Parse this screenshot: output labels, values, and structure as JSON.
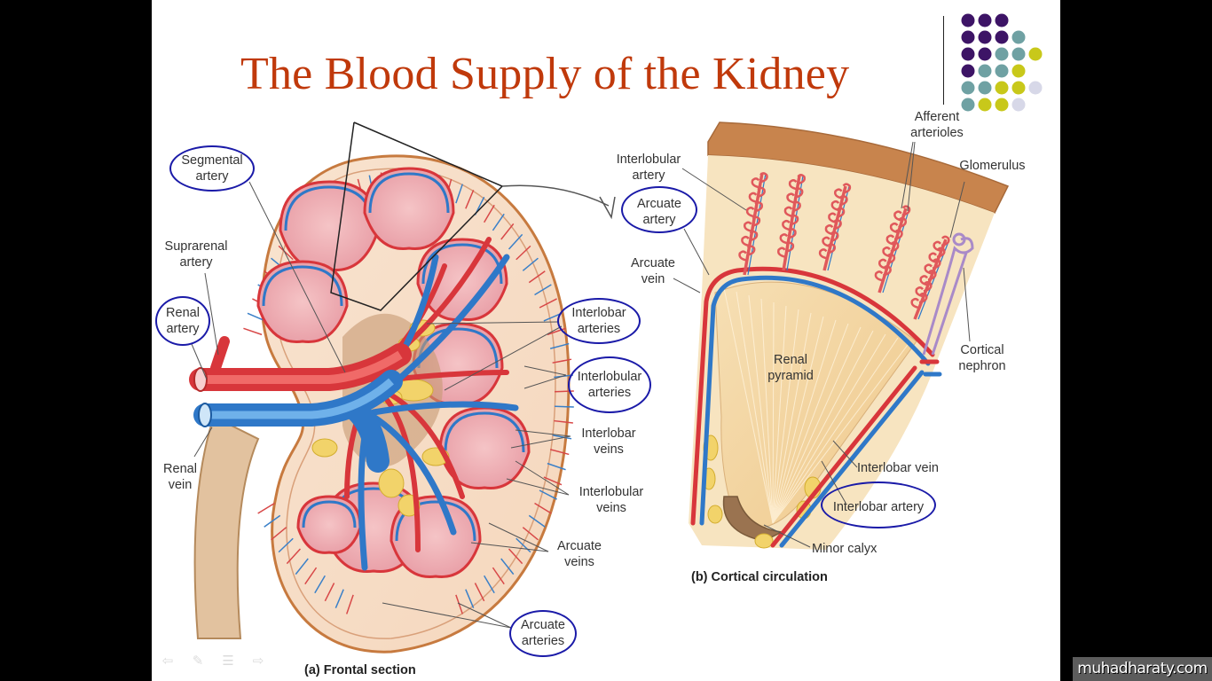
{
  "slide": {
    "title": "The Blood Supply of the Kidney",
    "title_color": "#c0390b",
    "decor_dot_colors": {
      "purple": "#3d1466",
      "teal": "#6fa1a3",
      "yellow": "#c8c81a",
      "lavender": "#d7d8e8"
    }
  },
  "figure_a": {
    "caption": "(a) Frontal section",
    "labels": {
      "segmental_artery": [
        "Segmental",
        "artery"
      ],
      "suprarenal_artery": [
        "Suprarenal",
        "artery"
      ],
      "renal_artery": [
        "Renal",
        "artery"
      ],
      "renal_vein": [
        "Renal",
        "vein"
      ],
      "interlobar_arteries": [
        "Interlobar",
        "arteries"
      ],
      "interlobular_arteries": [
        "Interlobular",
        "arteries"
      ],
      "interlobar_veins": [
        "Interlobar",
        "veins"
      ],
      "interlobular_veins": [
        "Interlobular",
        "veins"
      ],
      "arcuate_veins": [
        "Arcuate",
        "veins"
      ],
      "arcuate_arteries": [
        "Arcuate",
        "arteries"
      ]
    }
  },
  "figure_b": {
    "caption": "(b) Cortical circulation",
    "labels": {
      "interlobular_artery": [
        "Interlobular",
        "artery"
      ],
      "arcuate_artery": [
        "Arcuate",
        "artery"
      ],
      "arcuate_vein": [
        "Arcuate",
        "vein"
      ],
      "afferent_arterioles": [
        "Afferent",
        "arterioles"
      ],
      "glomerulus": "Glomerulus",
      "renal_pyramid": [
        "Renal",
        "pyramid"
      ],
      "cortical_nephron": [
        "Cortical",
        "nephron"
      ],
      "interlobar_vein": "Interlobar vein",
      "interlobar_artery": "Interlobar artery",
      "minor_calyx": "Minor calyx"
    }
  },
  "nav": {
    "prev": "⇦",
    "pen": "✎",
    "menu": "☰",
    "next": "⇨"
  },
  "watermark": "muhadharaty.com"
}
